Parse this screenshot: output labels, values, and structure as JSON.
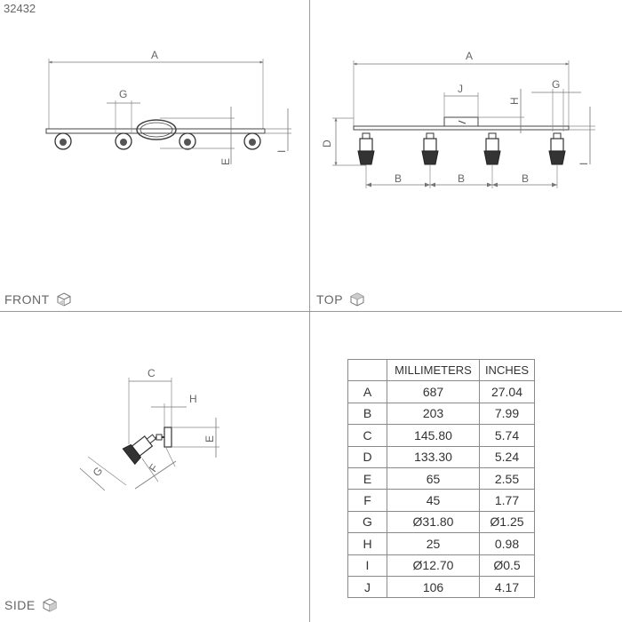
{
  "product_code": "32432",
  "views": {
    "front": "FRONT",
    "top": "TOP",
    "side": "SIDE"
  },
  "dimension_letters": {
    "front": [
      "A",
      "G",
      "E",
      "I"
    ],
    "top": [
      "A",
      "J",
      "H",
      "G",
      "D",
      "I",
      "B",
      "B",
      "B"
    ],
    "side": [
      "C",
      "H",
      "E",
      "G",
      "F"
    ]
  },
  "table": {
    "headers": [
      "",
      "MILLIMETERS",
      "INCHES"
    ],
    "rows": [
      [
        "A",
        "687",
        "27.04"
      ],
      [
        "B",
        "203",
        "7.99"
      ],
      [
        "C",
        "145.80",
        "5.74"
      ],
      [
        "D",
        "133.30",
        "5.24"
      ],
      [
        "E",
        "65",
        "2.55"
      ],
      [
        "F",
        "45",
        "1.77"
      ],
      [
        "G",
        "Ø31.80",
        "Ø1.25"
      ],
      [
        "H",
        "25",
        "0.98"
      ],
      [
        "I",
        "Ø12.70",
        "Ø0.5"
      ],
      [
        "J",
        "106",
        "4.17"
      ]
    ]
  }
}
